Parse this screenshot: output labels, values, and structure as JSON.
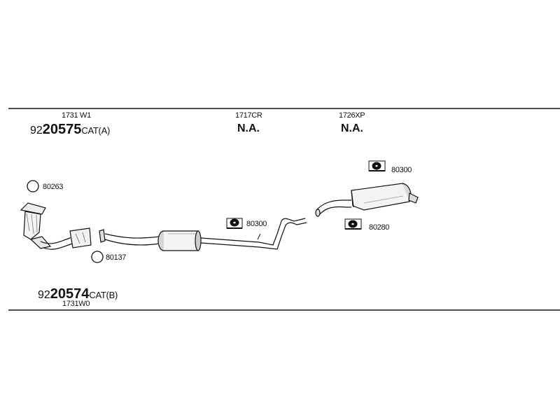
{
  "top_section": {
    "left": {
      "code": "1731 W1",
      "part_prefix": "92",
      "part_bold": "20575",
      "part_suffix": "CAT(A)"
    },
    "middle": {
      "code": "1717CR",
      "status": "N.A."
    },
    "right": {
      "code": "1726XP",
      "status": "N.A."
    }
  },
  "bottom_section": {
    "part_prefix": "92",
    "part_bold": "20574",
    "part_suffix": "CAT(B)",
    "code": "1731W0"
  },
  "callouts": {
    "ring_top": "80263",
    "ring_bottom": "80137",
    "hanger_middle": "80300",
    "hanger_rear_top": "80300",
    "hanger_rear_bottom": "80280"
  }
}
